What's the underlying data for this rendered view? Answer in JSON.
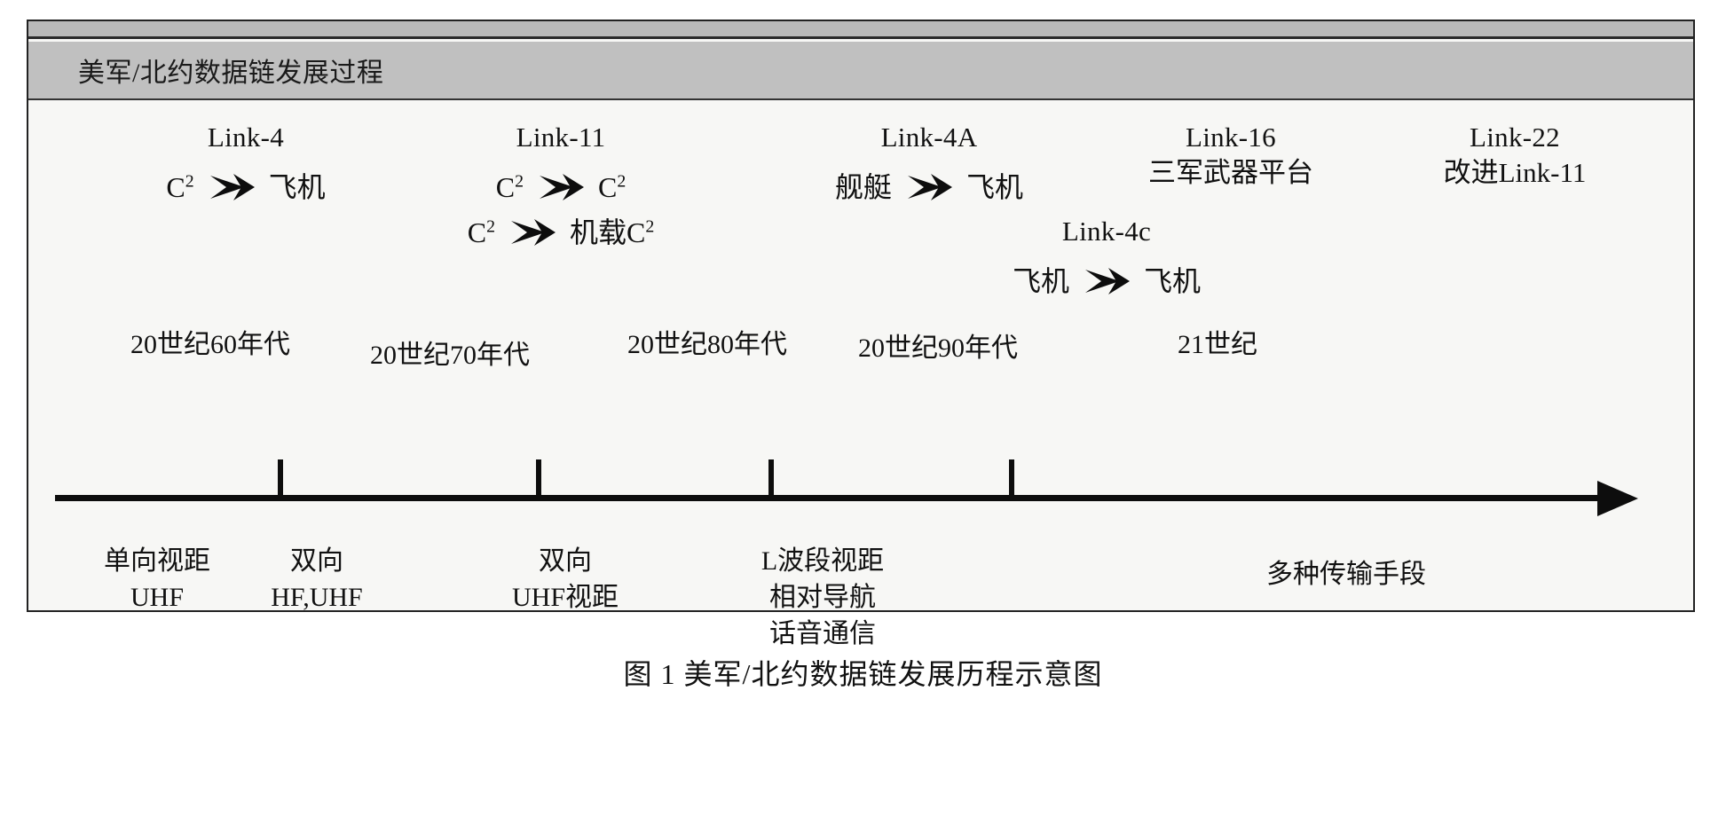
{
  "figure": {
    "header_title": "美军/北约数据链发展过程",
    "caption": "图 1  美军/北约数据链发展历程示意图"
  },
  "colors": {
    "header_band": "#c0c0c0",
    "body_background": "#f7f7f5",
    "frame_border": "#222222",
    "ink": "#111111",
    "axis": "#0d0d0d"
  },
  "chart_data": {
    "type": "timeline",
    "title": "美军/北约数据链发展过程",
    "axis": {
      "orientation": "horizontal",
      "arrow_end": "right",
      "tick_count": 4
    },
    "eras": [
      {
        "label": "20世纪60年代"
      },
      {
        "label": "20世纪70年代"
      },
      {
        "label": "20世纪80年代"
      },
      {
        "label": "20世纪90年代"
      },
      {
        "label": "21世纪"
      }
    ],
    "links": [
      {
        "name": "Link-4",
        "subtitle": "",
        "flows": [
          {
            "from": "C2",
            "from_display": "C",
            "from_sup": "2",
            "to": "飞机",
            "to_sup": ""
          }
        ]
      },
      {
        "name": "Link-11",
        "subtitle": "",
        "flows": [
          {
            "from_display": "C",
            "from_sup": "2",
            "to": "C",
            "to_sup": "2"
          },
          {
            "from_display": "C",
            "from_sup": "2",
            "to": "机载C",
            "to_sup": "2"
          }
        ]
      },
      {
        "name": "Link-4A",
        "subtitle": "",
        "flows": [
          {
            "from_display": "舰艇",
            "from_sup": "",
            "to": "飞机",
            "to_sup": ""
          }
        ]
      },
      {
        "name": "Link-4c",
        "subtitle": "",
        "flows": [
          {
            "from_display": "飞机",
            "from_sup": "",
            "to": "飞机",
            "to_sup": ""
          }
        ]
      },
      {
        "name": "Link-16",
        "subtitle": "三军武器平台",
        "flows": []
      },
      {
        "name": "Link-22",
        "subtitle": "改进Link-11",
        "flows": []
      }
    ],
    "descriptors": [
      {
        "lines": [
          "单向视距",
          "UHF"
        ]
      },
      {
        "lines": [
          "双向",
          "HF,UHF"
        ]
      },
      {
        "lines": [
          "双向",
          "UHF视距"
        ]
      },
      {
        "lines": [
          "L波段视距",
          "相对导航",
          "话音通信"
        ]
      },
      {
        "lines": [
          "多种传输手段"
        ]
      }
    ]
  }
}
